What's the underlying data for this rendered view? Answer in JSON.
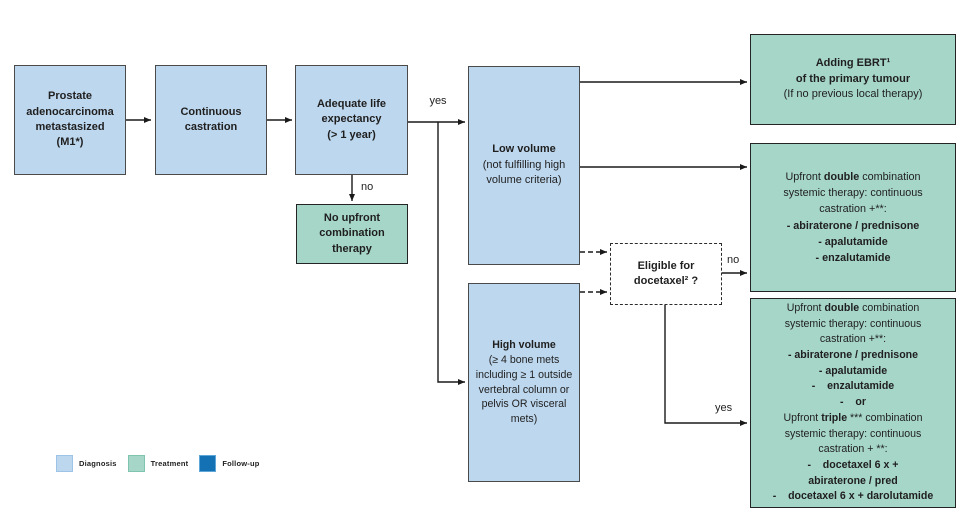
{
  "colors": {
    "diagnosis-fill": "#BDD7EE",
    "treatment-fill": "#A6D6C8",
    "followup-fill": "#1472B4",
    "arrow": "#1a1a1a",
    "text": "#1f1f1f"
  },
  "labels": {
    "yes_life": "yes",
    "no_life": "no",
    "no_docetaxel": "no",
    "yes_docetaxel": "yes"
  },
  "legend": {
    "items": [
      {
        "label": "Diagnosis"
      },
      {
        "label": "Treatment"
      },
      {
        "label": "Follow-up"
      }
    ]
  },
  "boxes": {
    "m1": {
      "lines": [
        [
          {
            "t": "Prostate",
            "b": 1
          }
        ],
        [
          {
            "t": "adenocarcinoma",
            "b": 1
          }
        ],
        [
          {
            "t": "metastasized",
            "b": 1
          }
        ],
        [
          {
            "t": "(M1*)",
            "b": 1
          }
        ]
      ]
    },
    "castration": {
      "lines": [
        [
          {
            "t": "Continuous",
            "b": 1
          }
        ],
        [
          {
            "t": "castration",
            "b": 1
          }
        ]
      ]
    },
    "life": {
      "lines": [
        [
          {
            "t": "Adequate life",
            "b": 1
          }
        ],
        [
          {
            "t": "expectancy",
            "b": 1
          }
        ],
        [
          {
            "t": "(> 1 year)",
            "b": 1
          }
        ]
      ]
    },
    "noupfront": {
      "lines": [
        [
          {
            "t": "No upfront",
            "b": 1
          }
        ],
        [
          {
            "t": "combination",
            "b": 1
          }
        ],
        [
          {
            "t": "therapy",
            "b": 1
          }
        ]
      ]
    },
    "low": {
      "lines": [
        [
          {
            "t": "Low volume",
            "b": 1
          }
        ],
        [
          {
            "t": "(not fulfilling high",
            "b": 0
          }
        ],
        [
          {
            "t": "volume criteria)",
            "b": 0
          }
        ]
      ]
    },
    "high": {
      "lines": [
        [
          {
            "t": "High volume",
            "b": 1
          }
        ],
        [
          {
            "t": "(≥ 4 bone mets",
            "b": 0
          }
        ],
        [
          {
            "t": "including ≥ 1 outside",
            "b": 0
          }
        ],
        [
          {
            "t": "vertebral column or",
            "b": 0
          }
        ],
        [
          {
            "t": "pelvis OR visceral",
            "b": 0
          }
        ],
        [
          {
            "t": "mets)",
            "b": 0
          }
        ]
      ]
    },
    "eligible": {
      "lines": [
        [
          {
            "t": "Eligible for",
            "b": 1
          }
        ],
        [
          {
            "t": "docetaxel² ?",
            "b": 1
          }
        ]
      ]
    },
    "ebrt": {
      "lines": [
        [
          {
            "t": "Adding EBRT¹",
            "b": 1
          }
        ],
        [
          {
            "t": "of the primary tumour",
            "b": 1
          }
        ],
        [
          {
            "t": "(If no previous local therapy)",
            "b": 0
          }
        ]
      ]
    },
    "double": {
      "lines": [
        [
          {
            "t": "Upfront ",
            "b": 0
          },
          {
            "t": "double",
            "b": 1
          },
          {
            "t": " combination",
            "b": 0
          }
        ],
        [
          {
            "t": "systemic therapy: continuous",
            "b": 0
          }
        ],
        [
          {
            "t": "castration +**:",
            "b": 0
          }
        ],
        [
          {
            "t": "- abiraterone / prednisone",
            "b": 1
          }
        ],
        [
          {
            "t": "- apalutamide",
            "b": 1
          }
        ],
        [
          {
            "t": "- enzalutamide",
            "b": 1
          }
        ]
      ]
    },
    "triple": {
      "lines": [
        [
          {
            "t": "Upfront ",
            "b": 0
          },
          {
            "t": "double",
            "b": 1
          },
          {
            "t": " combination",
            "b": 0
          }
        ],
        [
          {
            "t": "systemic therapy: continuous",
            "b": 0
          }
        ],
        [
          {
            "t": "castration +**:",
            "b": 0
          }
        ],
        [
          {
            "t": "- abiraterone / prednisone",
            "b": 1
          }
        ],
        [
          {
            "t": "- apalutamide",
            "b": 1
          }
        ],
        [
          {
            "t": "-    enzalutamide",
            "b": 1
          }
        ],
        [
          {
            "t": "-    or",
            "b": 1
          }
        ],
        [
          {
            "t": "Upfront ",
            "b": 0
          },
          {
            "t": "triple",
            "b": 1
          },
          {
            "t": " *** combination",
            "b": 0
          }
        ],
        [
          {
            "t": "systemic therapy: continuous",
            "b": 0
          }
        ],
        [
          {
            "t": "castration + **:",
            "b": 0
          }
        ],
        [
          {
            "t": "-    docetaxel 6 x +",
            "b": 1
          }
        ],
        [
          {
            "t": "abiraterone / pred",
            "b": 1
          }
        ],
        [
          {
            "t": "-    docetaxel 6 x + darolutamide",
            "b": 1
          }
        ]
      ]
    }
  }
}
